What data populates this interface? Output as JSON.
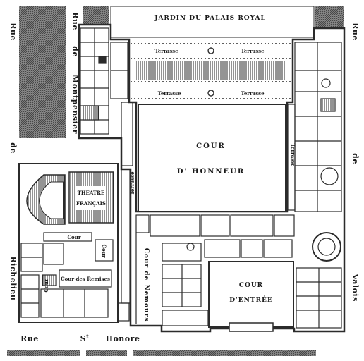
{
  "map": {
    "labels": {
      "jardin": "JARDIN DU PALAIS ROYAL",
      "rue": "Rue",
      "de": "de",
      "montpensier": "Montpensier",
      "richelieu": "Richelieu",
      "valois": "Valois",
      "rue_st": "Rue",
      "st_sup": "St",
      "honore": "Honore",
      "terrasse": "Terrasse",
      "theatre": "THÉATRE",
      "francais": "FRANÇAIS",
      "cour": "Cour",
      "cour_des_remises": "Cour des Remises",
      "cour_de_nemours_1": "Cour de",
      "cour_de_nemours_2": "Nemours",
      "cour_honneur_1": "COUR",
      "cour_honneur_2": "D' HONNEUR",
      "cour_entree_1": "COUR",
      "cour_entree_2": "D'ENTRÉE"
    },
    "colors": {
      "ink": "#1a1a1a",
      "hatch": "#6e6e6e",
      "paper": "#ffffff",
      "wall": "#2b2b2b"
    }
  }
}
